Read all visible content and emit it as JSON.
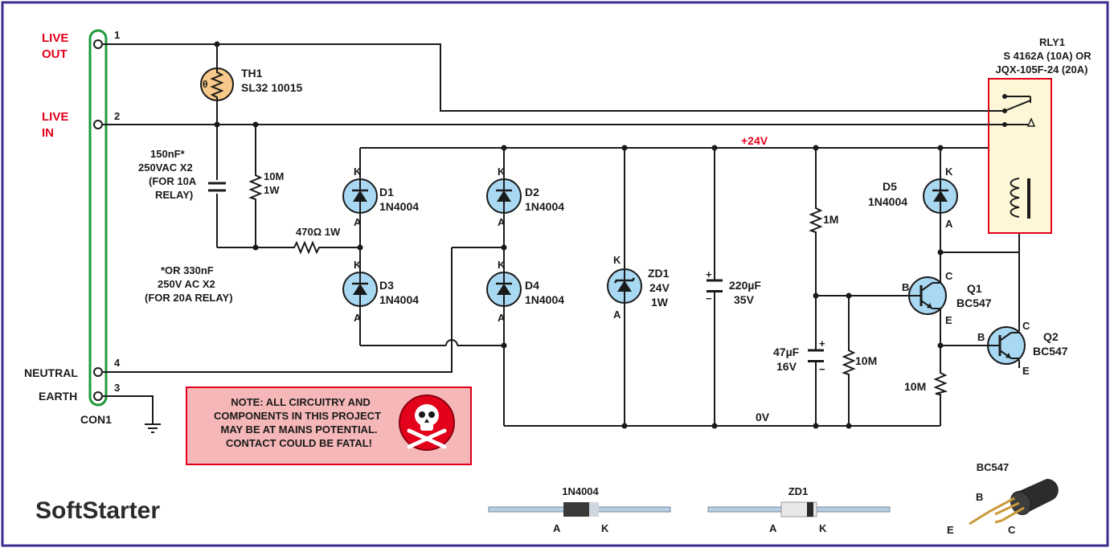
{
  "title": "SoftStarter",
  "colors": {
    "frame": "#3b2e8f",
    "wire": "#1a1a1a",
    "live_label": "#e3001b",
    "component_fill": "#a9d8f2",
    "thermistor_fill": "#f7c98a",
    "relay_box_fill": "#fdf7d8",
    "relay_box_border": "#e3001b",
    "connector_outline": "#1e9a3a",
    "note_fill": "#f5b7b7",
    "note_border": "#e3001b"
  },
  "connector": {
    "name": "CON1",
    "terminals": [
      {
        "pin": "1",
        "label_line1": "LIVE",
        "label_line2": "OUT"
      },
      {
        "pin": "2",
        "label_line1": "LIVE",
        "label_line2": "IN"
      },
      {
        "pin": "4",
        "label_line1": "NEUTRAL",
        "label_line2": ""
      },
      {
        "pin": "3",
        "label_line1": "EARTH",
        "label_line2": ""
      }
    ]
  },
  "components": {
    "th1": {
      "ref": "TH1",
      "value": "SL32 10015",
      "symbol": "θ"
    },
    "cap_x2": {
      "line1": "150nF*",
      "line2": "250VAC X2",
      "line3": "(FOR 10A",
      "line4": "RELAY)"
    },
    "r_10m_top": {
      "line1": "10M",
      "line2": "1W"
    },
    "r_470": {
      "value": "470Ω 1W"
    },
    "alt_cap_note": {
      "line1": "*OR 330nF",
      "line2": "250V AC X2",
      "line3": "(FOR 20A RELAY)"
    },
    "d1": {
      "ref": "D1",
      "value": "1N4004"
    },
    "d2": {
      "ref": "D2",
      "value": "1N4004"
    },
    "d3": {
      "ref": "D3",
      "value": "1N4004"
    },
    "d4": {
      "ref": "D4",
      "value": "1N4004"
    },
    "d5": {
      "ref": "D5",
      "value": "1N4004"
    },
    "zd1": {
      "ref": "ZD1",
      "line2": "24V",
      "line3": "1W"
    },
    "c_220": {
      "line1": "220µF",
      "line2": "35V"
    },
    "r_1m": {
      "value": "1M"
    },
    "c_47": {
      "line1": "47µF",
      "line2": "16V"
    },
    "r_10m_mid": {
      "value": "10M"
    },
    "r_10m_low": {
      "value": "10M"
    },
    "q1": {
      "ref": "Q1",
      "value": "BC547"
    },
    "q2": {
      "ref": "Q2",
      "value": "BC547"
    },
    "rly1": {
      "ref": "RLY1",
      "line2": "S 4162A (10A) OR",
      "line3": "JQX-105F-24 (20A)"
    }
  },
  "rails": {
    "positive": "+24V",
    "ground": "0V"
  },
  "pin_letters": {
    "k": "K",
    "a": "A",
    "b": "B",
    "c": "C",
    "e": "E",
    "plus": "+",
    "minus": "−"
  },
  "warning": {
    "line1": "NOTE: ALL CIRCUITRY AND",
    "line2": "COMPONENTS IN THIS PROJECT",
    "line3": "MAY BE AT MAINS POTENTIAL.",
    "line4": "CONTACT COULD BE FATAL!"
  },
  "pinouts": {
    "diode": {
      "label": "1N4004",
      "pin_a": "A",
      "pin_k": "K"
    },
    "zener": {
      "label": "ZD1",
      "pin_a": "A",
      "pin_k": "K"
    },
    "transistor": {
      "label": "BC547",
      "pin_b": "B",
      "pin_e": "E",
      "pin_c": "C"
    }
  }
}
